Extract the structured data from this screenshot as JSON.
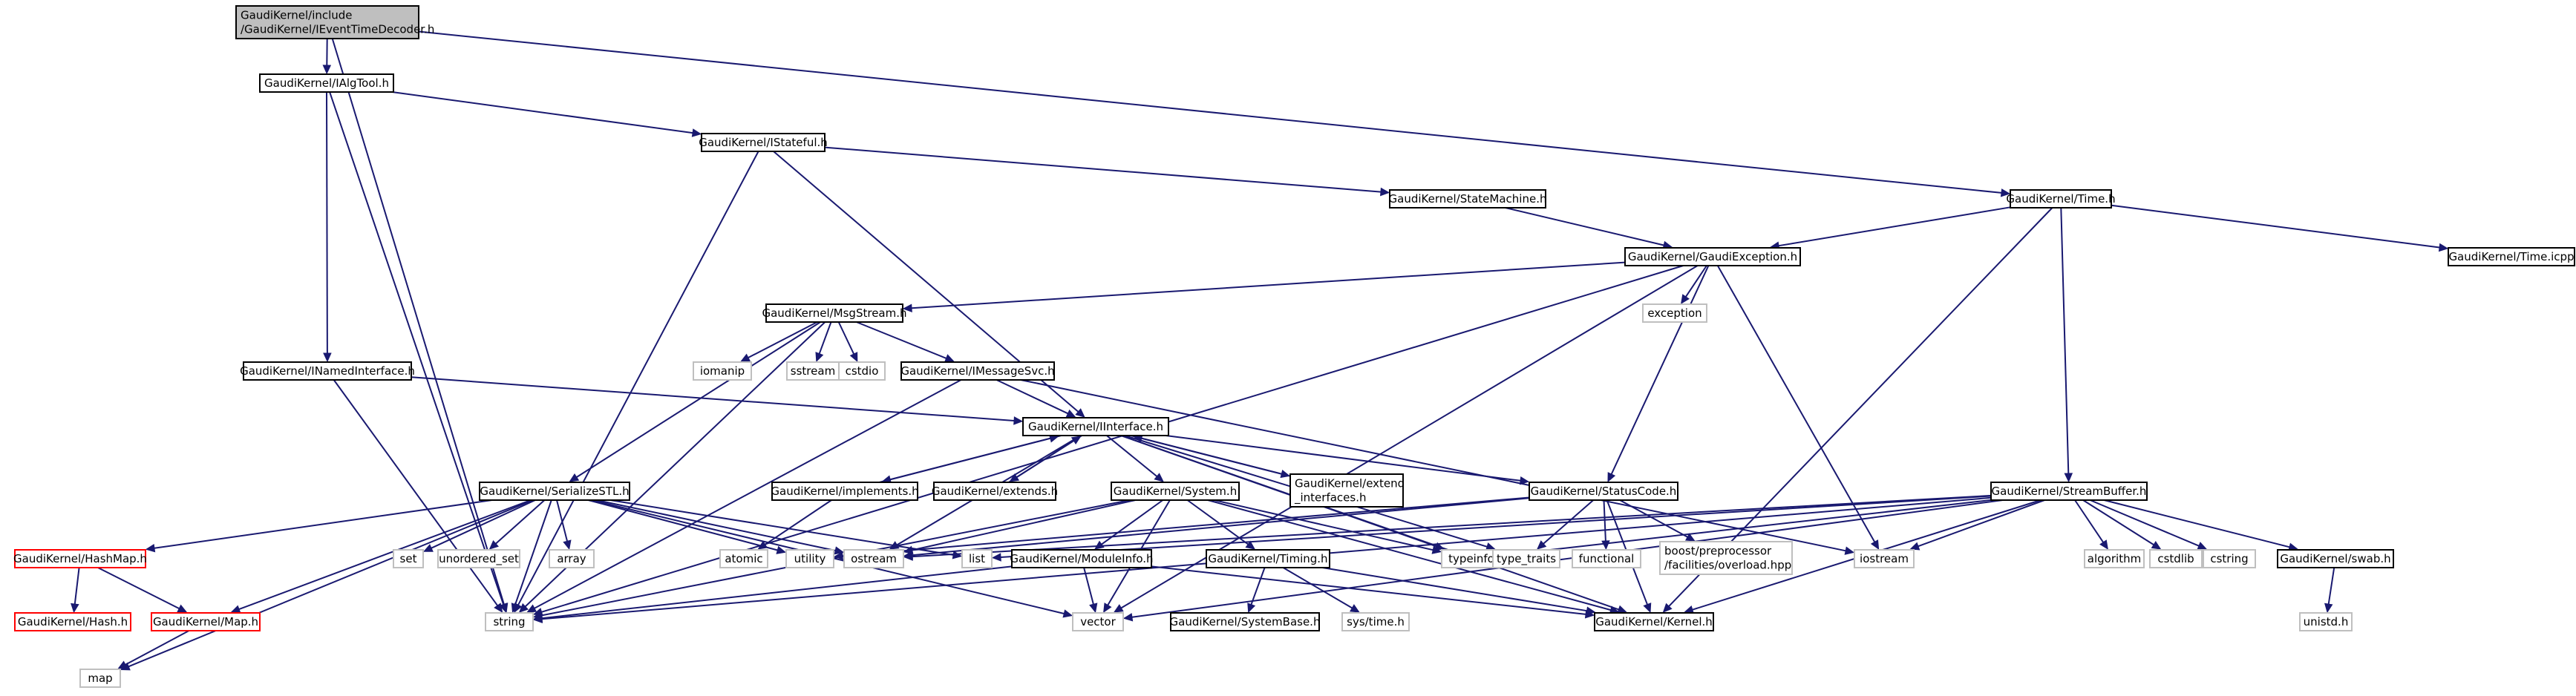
{
  "diagram": {
    "colors": {
      "edge": "#191970",
      "root_fill": "#bfbfbf",
      "black_border": "#000000",
      "grey_border": "#bfbfbf",
      "red_border": "#ff0000"
    },
    "nodes": [
      {
        "id": "root",
        "lines": [
          "GaudiKernel/include",
          "/GaudiKernel/IEventTimeDecoder.h"
        ],
        "style": "root"
      },
      {
        "id": "ialgtool",
        "lines": [
          "GaudiKernel/IAlgTool.h"
        ],
        "style": "black"
      },
      {
        "id": "istateful",
        "lines": [
          "GaudiKernel/IStateful.h"
        ],
        "style": "black"
      },
      {
        "id": "time",
        "lines": [
          "GaudiKernel/Time.h"
        ],
        "style": "black"
      },
      {
        "id": "statemachine",
        "lines": [
          "GaudiKernel/StateMachine.h"
        ],
        "style": "black"
      },
      {
        "id": "gaudiexception",
        "lines": [
          "GaudiKernel/GaudiException.h"
        ],
        "style": "black"
      },
      {
        "id": "timeicpp",
        "lines": [
          "GaudiKernel/Time.icpp"
        ],
        "style": "black"
      },
      {
        "id": "msgstream",
        "lines": [
          "GaudiKernel/MsgStream.h"
        ],
        "style": "black"
      },
      {
        "id": "exception",
        "lines": [
          "exception"
        ],
        "style": "grey"
      },
      {
        "id": "inamedinterface",
        "lines": [
          "GaudiKernel/INamedInterface.h"
        ],
        "style": "black"
      },
      {
        "id": "iomanip",
        "lines": [
          "iomanip"
        ],
        "style": "grey"
      },
      {
        "id": "sstream",
        "lines": [
          "sstream"
        ],
        "style": "grey"
      },
      {
        "id": "cstdio",
        "lines": [
          "cstdio"
        ],
        "style": "grey"
      },
      {
        "id": "imessagesvc",
        "lines": [
          "GaudiKernel/IMessageSvc.h"
        ],
        "style": "black"
      },
      {
        "id": "iinterface",
        "lines": [
          "GaudiKernel/IInterface.h"
        ],
        "style": "black"
      },
      {
        "id": "implements",
        "lines": [
          "GaudiKernel/implements.h"
        ],
        "style": "black"
      },
      {
        "id": "extends",
        "lines": [
          "GaudiKernel/extends.h"
        ],
        "style": "black"
      },
      {
        "id": "system",
        "lines": [
          "GaudiKernel/System.h"
        ],
        "style": "black"
      },
      {
        "id": "extendinterfaces",
        "lines": [
          "GaudiKernel/extend",
          "_interfaces.h"
        ],
        "style": "black"
      },
      {
        "id": "statuscode",
        "lines": [
          "GaudiKernel/StatusCode.h"
        ],
        "style": "black"
      },
      {
        "id": "streambuffer",
        "lines": [
          "GaudiKernel/StreamBuffer.h"
        ],
        "style": "black"
      },
      {
        "id": "serializestl",
        "lines": [
          "GaudiKernel/SerializeSTL.h"
        ],
        "style": "black"
      },
      {
        "id": "hashmap",
        "lines": [
          "GaudiKernel/HashMap.h"
        ],
        "style": "red"
      },
      {
        "id": "set",
        "lines": [
          "set"
        ],
        "style": "grey"
      },
      {
        "id": "unordered_set",
        "lines": [
          "unordered_set"
        ],
        "style": "grey"
      },
      {
        "id": "array",
        "lines": [
          "array"
        ],
        "style": "grey"
      },
      {
        "id": "atomic",
        "lines": [
          "atomic"
        ],
        "style": "grey"
      },
      {
        "id": "utility",
        "lines": [
          "utility"
        ],
        "style": "grey"
      },
      {
        "id": "ostream",
        "lines": [
          "ostream"
        ],
        "style": "grey"
      },
      {
        "id": "list",
        "lines": [
          "list"
        ],
        "style": "grey"
      },
      {
        "id": "moduleinfo",
        "lines": [
          "GaudiKernel/ModuleInfo.h"
        ],
        "style": "black"
      },
      {
        "id": "timing",
        "lines": [
          "GaudiKernel/Timing.h"
        ],
        "style": "black"
      },
      {
        "id": "typeinfo",
        "lines": [
          "typeinfo"
        ],
        "style": "grey"
      },
      {
        "id": "type_traits",
        "lines": [
          "type_traits"
        ],
        "style": "grey"
      },
      {
        "id": "functional",
        "lines": [
          "functional"
        ],
        "style": "grey"
      },
      {
        "id": "boostoverload",
        "lines": [
          "boost/preprocessor",
          "/facilities/overload.hpp"
        ],
        "style": "grey"
      },
      {
        "id": "iostream",
        "lines": [
          "iostream"
        ],
        "style": "grey"
      },
      {
        "id": "algorithm",
        "lines": [
          "algorithm"
        ],
        "style": "grey"
      },
      {
        "id": "cstdlib",
        "lines": [
          "cstdlib"
        ],
        "style": "grey"
      },
      {
        "id": "cstring",
        "lines": [
          "cstring"
        ],
        "style": "grey"
      },
      {
        "id": "swab",
        "lines": [
          "GaudiKernel/swab.h"
        ],
        "style": "black"
      },
      {
        "id": "hash",
        "lines": [
          "GaudiKernel/Hash.h"
        ],
        "style": "red"
      },
      {
        "id": "mapnode",
        "lines": [
          "GaudiKernel/Map.h"
        ],
        "style": "red"
      },
      {
        "id": "string",
        "lines": [
          "string"
        ],
        "style": "grey"
      },
      {
        "id": "vector",
        "lines": [
          "vector"
        ],
        "style": "grey"
      },
      {
        "id": "systembase",
        "lines": [
          "GaudiKernel/SystemBase.h"
        ],
        "style": "black"
      },
      {
        "id": "systime",
        "lines": [
          "sys/time.h"
        ],
        "style": "grey"
      },
      {
        "id": "kernel",
        "lines": [
          "GaudiKernel/Kernel.h"
        ],
        "style": "black"
      },
      {
        "id": "unistd",
        "lines": [
          "unistd.h"
        ],
        "style": "grey"
      },
      {
        "id": "map",
        "lines": [
          "map"
        ],
        "style": "grey"
      }
    ],
    "edges": [
      [
        "root",
        "ialgtool"
      ],
      [
        "root",
        "time"
      ],
      [
        "root",
        "string"
      ],
      [
        "ialgtool",
        "istateful"
      ],
      [
        "ialgtool",
        "inamedinterface"
      ],
      [
        "ialgtool",
        "string"
      ],
      [
        "istateful",
        "statemachine"
      ],
      [
        "istateful",
        "iinterface"
      ],
      [
        "istateful",
        "string"
      ],
      [
        "statemachine",
        "gaudiexception"
      ],
      [
        "time",
        "gaudiexception"
      ],
      [
        "time",
        "timeicpp"
      ],
      [
        "time",
        "streambuffer"
      ],
      [
        "time",
        "kernel"
      ],
      [
        "gaudiexception",
        "msgstream"
      ],
      [
        "gaudiexception",
        "exception"
      ],
      [
        "gaudiexception",
        "statuscode"
      ],
      [
        "gaudiexception",
        "iostream"
      ],
      [
        "gaudiexception",
        "string"
      ],
      [
        "gaudiexception",
        "vector"
      ],
      [
        "msgstream",
        "iomanip"
      ],
      [
        "msgstream",
        "sstream"
      ],
      [
        "msgstream",
        "cstdio"
      ],
      [
        "msgstream",
        "imessagesvc"
      ],
      [
        "msgstream",
        "serializestl"
      ],
      [
        "msgstream",
        "string"
      ],
      [
        "inamedinterface",
        "iinterface"
      ],
      [
        "inamedinterface",
        "string"
      ],
      [
        "imessagesvc",
        "iinterface"
      ],
      [
        "imessagesvc",
        "iostream"
      ],
      [
        "imessagesvc",
        "string"
      ],
      [
        "iinterface",
        "implements"
      ],
      [
        "iinterface",
        "extends"
      ],
      [
        "iinterface",
        "extendinterfaces"
      ],
      [
        "iinterface",
        "system"
      ],
      [
        "iinterface",
        "statuscode"
      ],
      [
        "iinterface",
        "typeinfo"
      ],
      [
        "iinterface",
        "type_traits"
      ],
      [
        "iinterface",
        "kernel"
      ],
      [
        "iinterface",
        "ostream"
      ],
      [
        "implements",
        "iinterface"
      ],
      [
        "implements",
        "atomic"
      ],
      [
        "extends",
        "iinterface"
      ],
      [
        "extendinterfaces",
        "iinterface"
      ],
      [
        "system",
        "moduleinfo"
      ],
      [
        "system",
        "timing"
      ],
      [
        "system",
        "typeinfo"
      ],
      [
        "system",
        "string"
      ],
      [
        "system",
        "vector"
      ],
      [
        "system",
        "kernel"
      ],
      [
        "system",
        "ostream"
      ],
      [
        "statuscode",
        "ostream"
      ],
      [
        "statuscode",
        "type_traits"
      ],
      [
        "statuscode",
        "functional"
      ],
      [
        "statuscode",
        "boostoverload"
      ],
      [
        "statuscode",
        "kernel"
      ],
      [
        "statuscode",
        "utility"
      ],
      [
        "streambuffer",
        "list"
      ],
      [
        "streambuffer",
        "typeinfo"
      ],
      [
        "streambuffer",
        "iostream"
      ],
      [
        "streambuffer",
        "algorithm"
      ],
      [
        "streambuffer",
        "cstdlib"
      ],
      [
        "streambuffer",
        "cstring"
      ],
      [
        "streambuffer",
        "swab"
      ],
      [
        "streambuffer",
        "string"
      ],
      [
        "streambuffer",
        "vector"
      ],
      [
        "streambuffer",
        "kernel"
      ],
      [
        "streambuffer",
        "ostream"
      ],
      [
        "serializestl",
        "hashmap"
      ],
      [
        "serializestl",
        "mapnode"
      ],
      [
        "serializestl",
        "set"
      ],
      [
        "serializestl",
        "unordered_set"
      ],
      [
        "serializestl",
        "array"
      ],
      [
        "serializestl",
        "utility"
      ],
      [
        "serializestl",
        "ostream"
      ],
      [
        "serializestl",
        "list"
      ],
      [
        "serializestl",
        "vector"
      ],
      [
        "serializestl",
        "map"
      ],
      [
        "serializestl",
        "string"
      ],
      [
        "hashmap",
        "hash"
      ],
      [
        "hashmap",
        "mapnode"
      ],
      [
        "mapnode",
        "map"
      ],
      [
        "moduleinfo",
        "string"
      ],
      [
        "moduleinfo",
        "vector"
      ],
      [
        "moduleinfo",
        "kernel"
      ],
      [
        "timing",
        "systembase"
      ],
      [
        "timing",
        "systime"
      ],
      [
        "timing",
        "kernel"
      ],
      [
        "swab",
        "unistd"
      ]
    ]
  }
}
